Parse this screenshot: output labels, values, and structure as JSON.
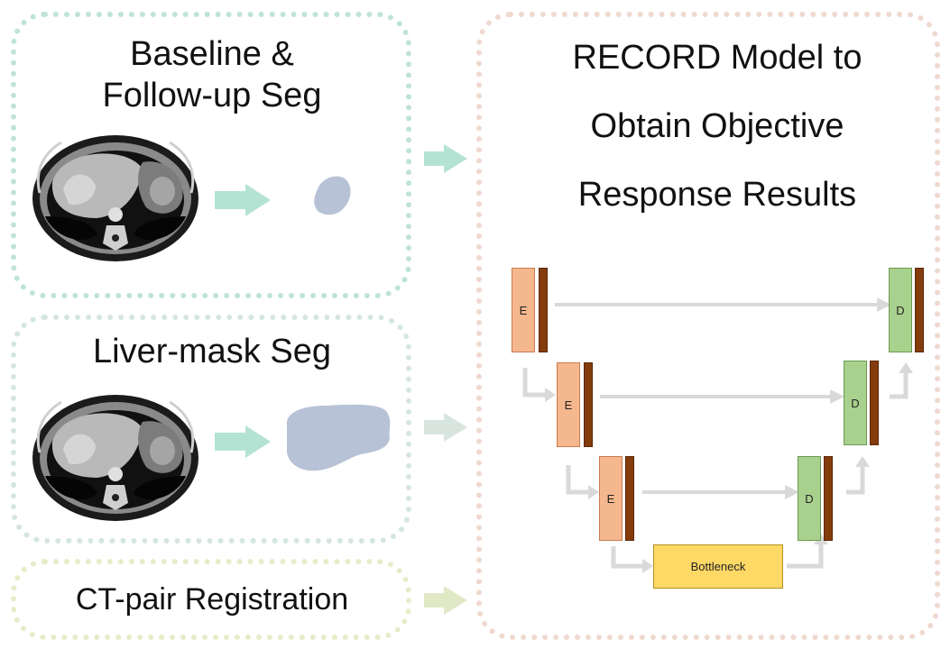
{
  "panels": {
    "segmentation": {
      "title_line1": "Baseline &",
      "title_line2": "Follow-up Seg"
    },
    "liver_mask": {
      "title": "Liver-mask Seg"
    },
    "registration": {
      "title": "CT-pair Registration"
    },
    "model": {
      "title_line1": "RECORD Model to",
      "title_line2": "Obtain Objective",
      "title_line3": "Response Results"
    }
  },
  "network": {
    "encoder_label": "E",
    "decoder_label": "D",
    "bottleneck_label": "Bottleneck"
  },
  "colors": {
    "seg_border": "#bfe3d8",
    "mask_border": "#d5e6de",
    "reg_border": "#e6ecc8",
    "model_border": "#efd9cf",
    "encoder": "#f5b78e",
    "decoder": "#a9d18e",
    "conv_bar": "#843c0c",
    "bottleneck": "#ffd966",
    "mask_fill": "#b8c2d6",
    "arrow_green": "#b5e3d3",
    "arrow_gray": "#d9d9d9"
  },
  "icons": [
    "ct-scan-image",
    "tumor-mask-icon",
    "liver-mask-icon"
  ]
}
